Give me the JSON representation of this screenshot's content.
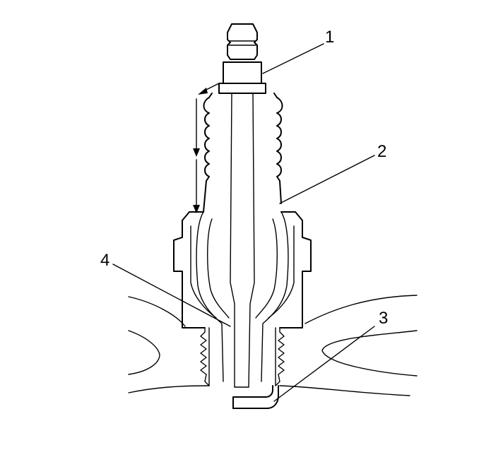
{
  "callouts": [
    {
      "id": "terminal",
      "label": "1"
    },
    {
      "id": "insulator",
      "label": "2"
    },
    {
      "id": "ground-electrode",
      "label": "3"
    },
    {
      "id": "center-electrode",
      "label": "4"
    }
  ]
}
